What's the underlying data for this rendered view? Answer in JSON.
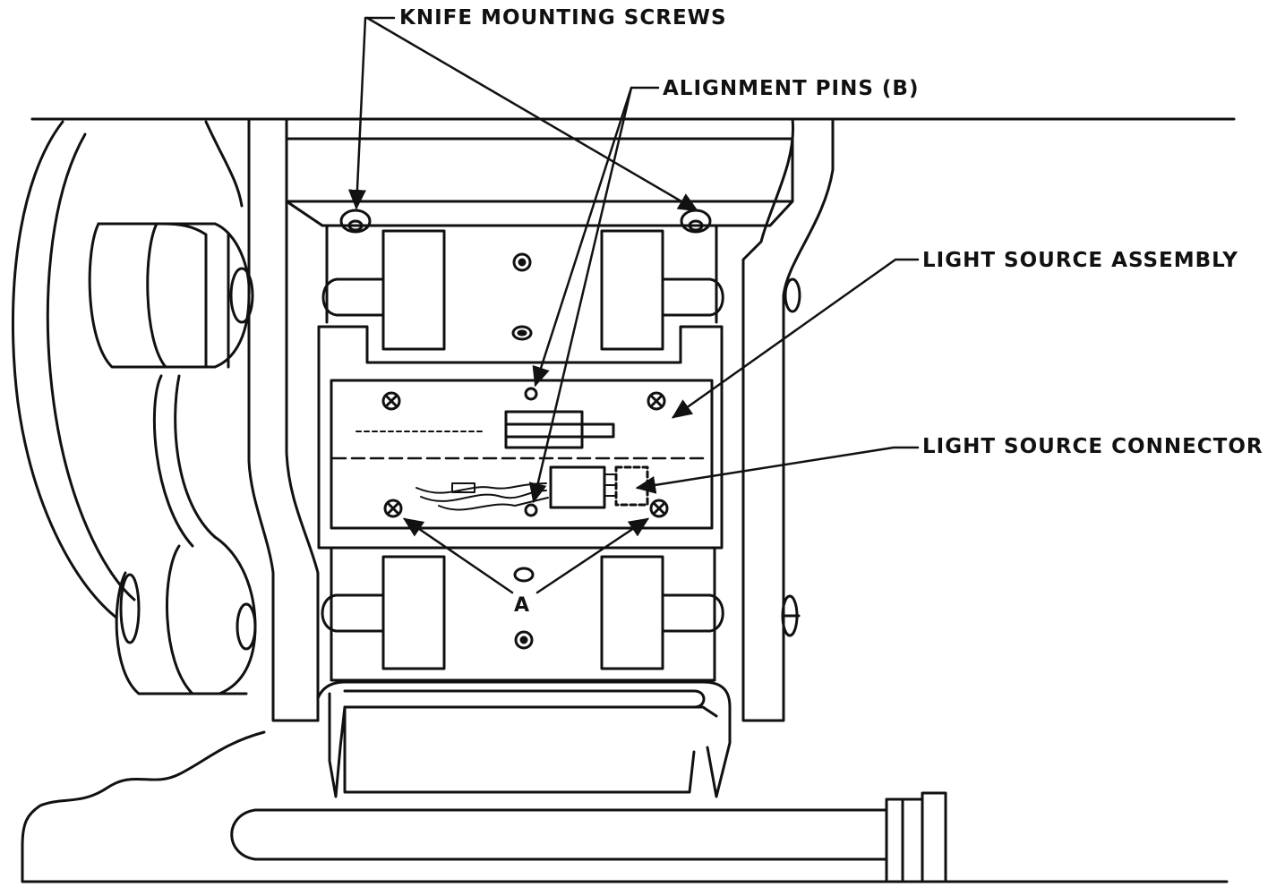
{
  "labels": {
    "knife_mounting_screws": "KNIFE MOUNTING SCREWS",
    "alignment_pins": "ALIGNMENT PINS (B)",
    "light_source_assembly": "LIGHT SOURCE ASSEMBLY",
    "light_source_connector": "LIGHT SOURCE CONNECTOR",
    "screws_a": "A"
  },
  "colors": {
    "ink": "#111111",
    "paper": "#ffffff"
  }
}
